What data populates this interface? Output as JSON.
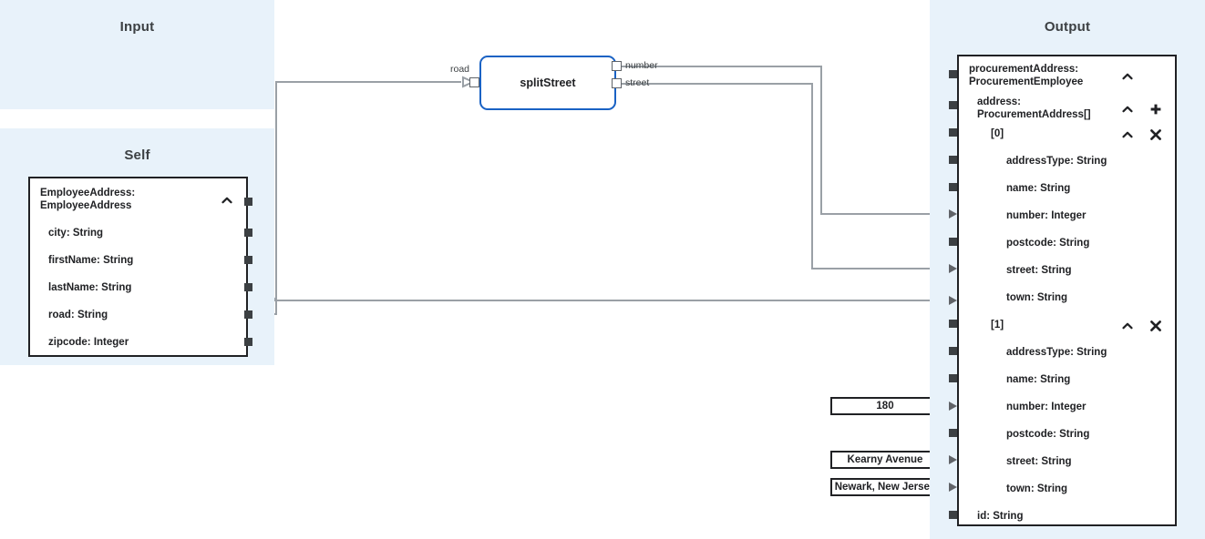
{
  "panels": {
    "input": {
      "title": "Input"
    },
    "self": {
      "title": "Self"
    },
    "output": {
      "title": "Output"
    }
  },
  "self_node": {
    "header": "EmployeeAddress:\nEmployeeAddress",
    "collapse_icon": "chevron-up-icon",
    "fields": [
      {
        "label": "city: String",
        "connected": true
      },
      {
        "label": "firstName: String",
        "connected": false
      },
      {
        "label": "lastName: String",
        "connected": false
      },
      {
        "label": "road: String",
        "connected": true
      },
      {
        "label": "zipcode: Integer",
        "connected": false
      }
    ]
  },
  "function_node": {
    "name": "splitStreet",
    "border_color": "#1a62c4",
    "inputs": [
      {
        "label": "road"
      }
    ],
    "outputs": [
      {
        "label": "number"
      },
      {
        "label": "street"
      }
    ]
  },
  "constants": [
    {
      "value": "180"
    },
    {
      "value": "Kearny Avenue"
    },
    {
      "value": "Newark, New Jersey"
    }
  ],
  "output_node": {
    "rows": [
      {
        "label": "procurementAddress:\nProcurementEmployee",
        "depth": 0,
        "icons": [
          "chevron-up-icon"
        ],
        "connected": false
      },
      {
        "label": "address:\nProcurementAddress[]",
        "depth": 1,
        "icons": [
          "chevron-up-icon",
          "plus-icon"
        ],
        "connected": false
      },
      {
        "label": "[0]",
        "depth": 2,
        "icons": [
          "chevron-up-icon",
          "close-icon"
        ],
        "connected": false
      },
      {
        "label": "addressType: String",
        "depth": 3,
        "icons": [],
        "connected": false
      },
      {
        "label": "name: String",
        "depth": 3,
        "icons": [],
        "connected": false
      },
      {
        "label": "number: Integer",
        "depth": 3,
        "icons": [],
        "connected": true
      },
      {
        "label": "postcode: String",
        "depth": 3,
        "icons": [],
        "connected": false
      },
      {
        "label": "street: String",
        "depth": 3,
        "icons": [],
        "connected": true
      },
      {
        "label": "town: String",
        "depth": 3,
        "icons": [],
        "connected": true
      },
      {
        "label": "[1]",
        "depth": 2,
        "icons": [
          "chevron-up-icon",
          "close-icon"
        ],
        "connected": false
      },
      {
        "label": "addressType: String",
        "depth": 3,
        "icons": [],
        "connected": false
      },
      {
        "label": "name: String",
        "depth": 3,
        "icons": [],
        "connected": false
      },
      {
        "label": "number: Integer",
        "depth": 3,
        "icons": [],
        "connected": true
      },
      {
        "label": "postcode: String",
        "depth": 3,
        "icons": [],
        "connected": false
      },
      {
        "label": "street: String",
        "depth": 3,
        "icons": [],
        "connected": true
      },
      {
        "label": "town: String",
        "depth": 3,
        "icons": [],
        "connected": true
      },
      {
        "label": "id: String",
        "depth": 1,
        "icons": [],
        "connected": false
      }
    ]
  },
  "colors": {
    "panel_background": "#e8f2fa",
    "node_border": "#202124",
    "function_border": "#1a62c4",
    "wire": "#9aa0a6",
    "text": "#202124"
  }
}
